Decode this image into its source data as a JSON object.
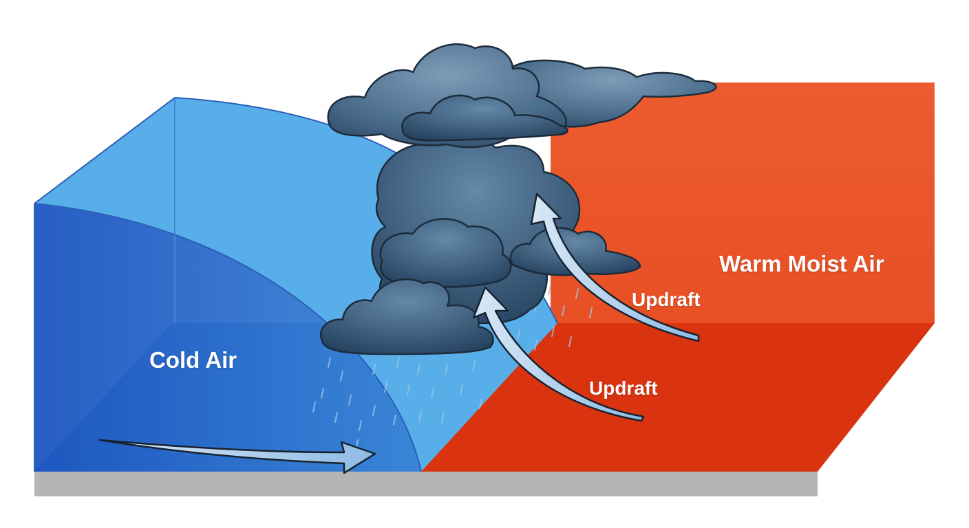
{
  "labels": {
    "cold_air": "Cold Air",
    "warm_air": "Warm Moist Air",
    "updraft_upper": "Updraft",
    "updraft_lower": "Updraft"
  },
  "colors": {
    "cold_front_face": "#2562c8",
    "cold_top": "#59aee8",
    "cold_floor": "#1f78c4",
    "warm_front": "#ea5a2e",
    "warm_floor": "#d7320f",
    "ground": "#b4b4b4",
    "cloud": "#4c6e8c",
    "arrow_fill": "#a9ccea"
  },
  "icons": [
    "storm-cloud-icon",
    "rain-icon",
    "wind-arrow-icon"
  ]
}
